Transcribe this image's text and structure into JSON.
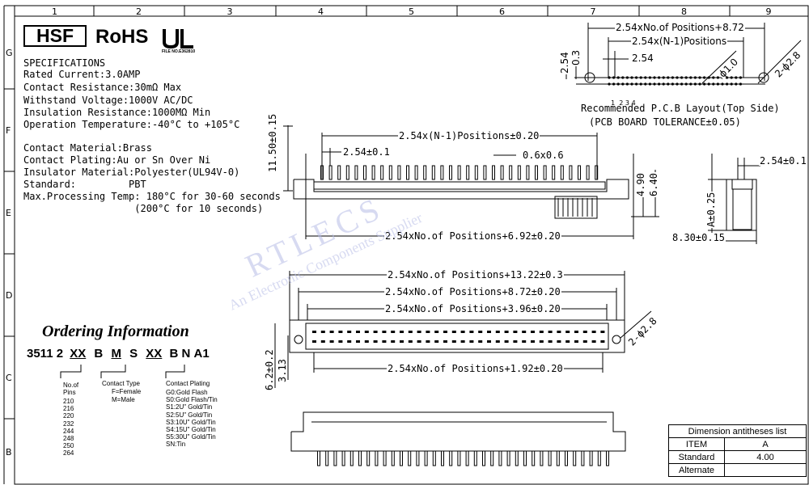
{
  "ruler": {
    "columns": [
      "1",
      "2",
      "3",
      "4",
      "5",
      "6",
      "7",
      "8",
      "9"
    ],
    "rows": [
      "G",
      "F",
      "E",
      "D",
      "C",
      "B"
    ]
  },
  "header": {
    "hsf_logo": "HSF",
    "rohs": "RoHS",
    "ul_file": "FILE NO.E362810"
  },
  "specifications": {
    "title": "SPECIFICATIONS",
    "lines": [
      "Rated Current:3.0AMP",
      "Contact Resistance:30mΩ Max",
      "Withstand Voltage:1000V AC/DC",
      "Insulation Resistance:1000MΩ Min",
      "Operation Temperature:-40°C to +105°C",
      "Contact Material:Brass",
      "Contact Plating:Au or Sn Over Ni",
      "Insulator Material:Polyester(UL94V-0)",
      "Standard:         PBT",
      "Max.Processing Temp: 180°C for 30-60 seconds",
      "                   (200°C for 10 seconds)"
    ]
  },
  "ordering": {
    "title": "Ordering Information",
    "code": [
      "3511",
      "2",
      "XX",
      "B",
      "M",
      "S",
      "XX",
      "B",
      "N",
      "A1"
    ],
    "pins_title": "No.of\nPins",
    "pins": [
      "210",
      "216",
      "220",
      "232",
      "244",
      "248",
      "250",
      "264"
    ],
    "contact_type_title": "Contact Type",
    "contact_types": [
      "F=Female",
      "M=Male"
    ],
    "plating_title": "Contact Plating",
    "platings": [
      "G0:Gold Flash",
      "S0:Gold Flash/Tin",
      "S1:2U\" Gold/Tin",
      "S2:5U\" Gold/Tin",
      "S3:10U\" Gold/Tin",
      "S4:15U\" Gold/Tin",
      "S5:30U\" Gold/Tin",
      "SN:Tin"
    ]
  },
  "pcb_layout": {
    "dims": [
      "2.54xNo.of Positions+8.72",
      "2.54x(N-1)Positions",
      "2.54",
      "ϕ1.0",
      "2-ϕ2.8",
      "2.54",
      "0.3"
    ],
    "pin_numbers": [
      "1",
      "2",
      "3",
      "4"
    ],
    "caption": "Recommended P.C.B Layout(Top Side)",
    "tolerance": "(PCB BOARD TOLERANCE±0.05)"
  },
  "side_view": {
    "dims": [
      "2.54x(N-1)Positions±0.20",
      "2.54±0.1",
      "0.6x0.6",
      "11.50±0.15",
      "4.90",
      "6.40",
      "2.54xNo.of Positions+6.92±0.20"
    ]
  },
  "end_view": {
    "dims": [
      "2.54±0.1",
      "A±0.25",
      "8.30±0.15"
    ]
  },
  "top_view": {
    "dims": [
      "2.54xNo.of Positions+13.22±0.3",
      "2.54xNo.of Positions+8.72±0.20",
      "2.54xNo.of Positions+3.96±0.20",
      "2-ϕ2.8",
      "6.2±0.2",
      "3.13",
      "2.54xNo.of Positions+1.92±0.20"
    ]
  },
  "dimension_table": {
    "title": "Dimension antitheses list",
    "rows": [
      [
        "ITEM",
        "A"
      ],
      [
        "Standard",
        "4.00"
      ],
      [
        "Alternate",
        ""
      ]
    ]
  },
  "watermark": {
    "line1": "RTLECS",
    "line2": "An Electronic Components Supplier"
  }
}
